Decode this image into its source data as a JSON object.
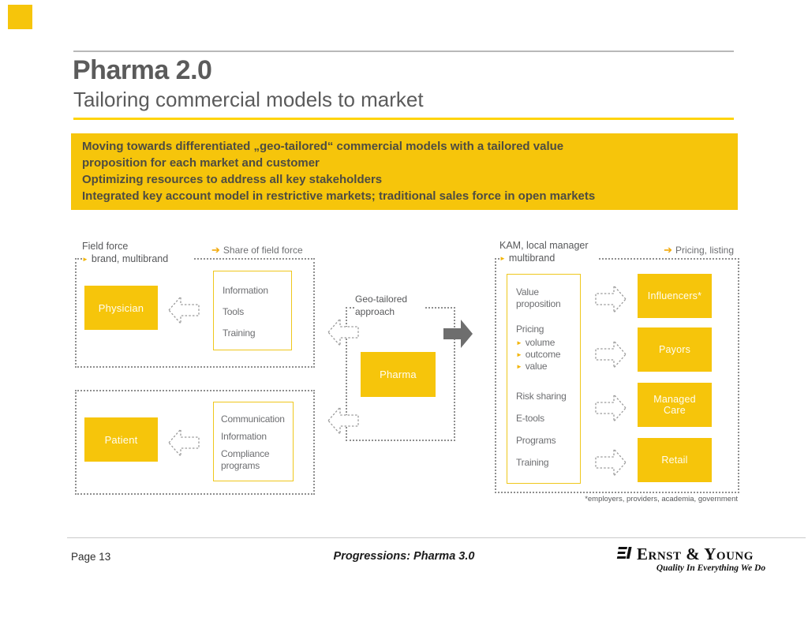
{
  "colors": {
    "brand_yellow": "#F6C50B",
    "yellow_rule": "#FFD40A",
    "title_gray": "#5b5b5b",
    "diagram_gray": "#6d6e71",
    "banner_text": "#4e4c42",
    "solid_arrow_gray": "#6e6e6e"
  },
  "icons": {
    "arrow_right": "➔",
    "triangle": "►"
  },
  "header": {
    "title": "Pharma 2.0",
    "subtitle": "Tailoring commercial models to market"
  },
  "banner": {
    "lines": [
      "Moving towards differentiated „geo-tailored“ commercial models with a tailored value",
      "proposition for each market and customer",
      "Optimizing resources to address all key stakeholders",
      "Integrated key account model in restrictive markets; traditional sales force in open markets"
    ]
  },
  "field_force": {
    "label": "Field force",
    "sublabel": "brand, multibrand",
    "tag": "Share of field force",
    "actor": "Physician",
    "items": [
      "Information",
      "Tools",
      "Training"
    ]
  },
  "patient": {
    "actor": "Patient",
    "items": [
      "Communication",
      "Information",
      "Compliance programs"
    ]
  },
  "middle": {
    "label_line1": "Geo-tailored",
    "label_line2": "approach",
    "actor": "Pharma"
  },
  "kam": {
    "label": "KAM, local manager",
    "sublabel": "multibrand",
    "tag": "Pricing, listing",
    "panel": {
      "sections": [
        {
          "title": "Value proposition"
        },
        {
          "title": "Pricing",
          "bullets": [
            "volume",
            "outcome",
            "value"
          ]
        },
        {
          "title": "Risk sharing"
        },
        {
          "title": "E-tools"
        },
        {
          "title": "Programs"
        },
        {
          "title": "Training"
        }
      ]
    },
    "targets": [
      "Influencers*",
      "Payors",
      "Managed Care",
      "Retail"
    ],
    "footnote": "*employers, providers, academia, government"
  },
  "footer": {
    "page": "Page 13",
    "center": "Progressions: Pharma 3.0",
    "brand": "Ernst & Young",
    "tagline": "Quality In Everything We Do"
  }
}
